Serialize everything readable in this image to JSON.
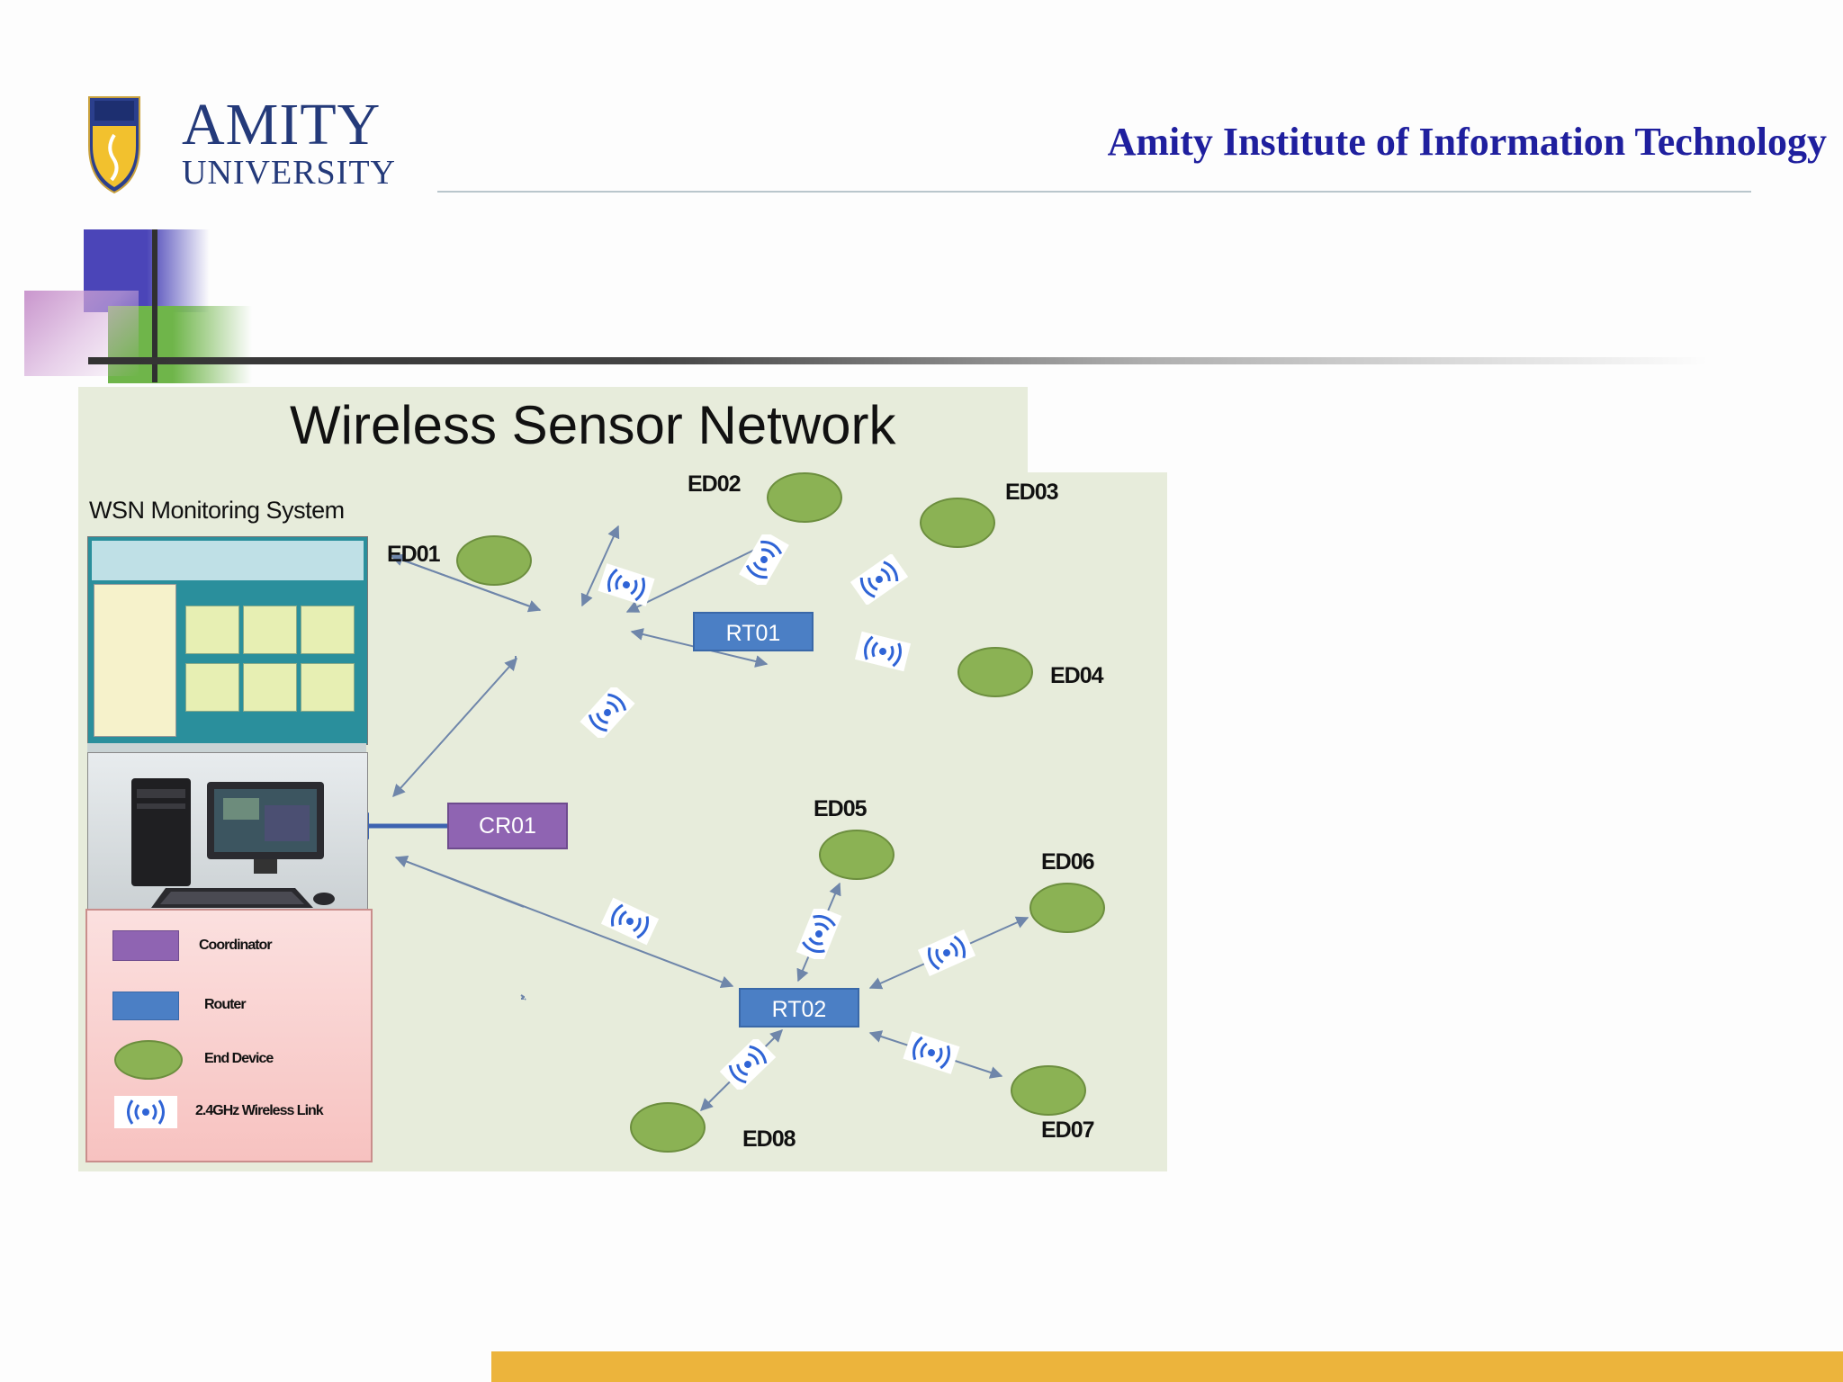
{
  "header": {
    "logo_name": "AMITY",
    "logo_sub": "UNIVERSITY",
    "institute_title": "Amity Institute of Information Technology"
  },
  "diagram": {
    "title": "Wireless Sensor Network",
    "monitoring_label": "WSN Monitoring System",
    "coordinator": "CR01",
    "routers": [
      "RT01",
      "RT02"
    ],
    "end_devices": [
      "ED01",
      "ED02",
      "ED03",
      "ED04",
      "ED05",
      "ED06",
      "ED07",
      "ED08"
    ],
    "legend": {
      "coordinator": "Coordinator",
      "router": "Router",
      "end_device": "End Device",
      "wireless_link": "2.4GHz Wireless Link"
    }
  },
  "colors": {
    "router": "#4b7fc5",
    "coordinator": "#8f64b2",
    "end_device": "#8bb254",
    "title_blue": "#1f1f9e",
    "bottom_bar": "#ecb43c"
  }
}
